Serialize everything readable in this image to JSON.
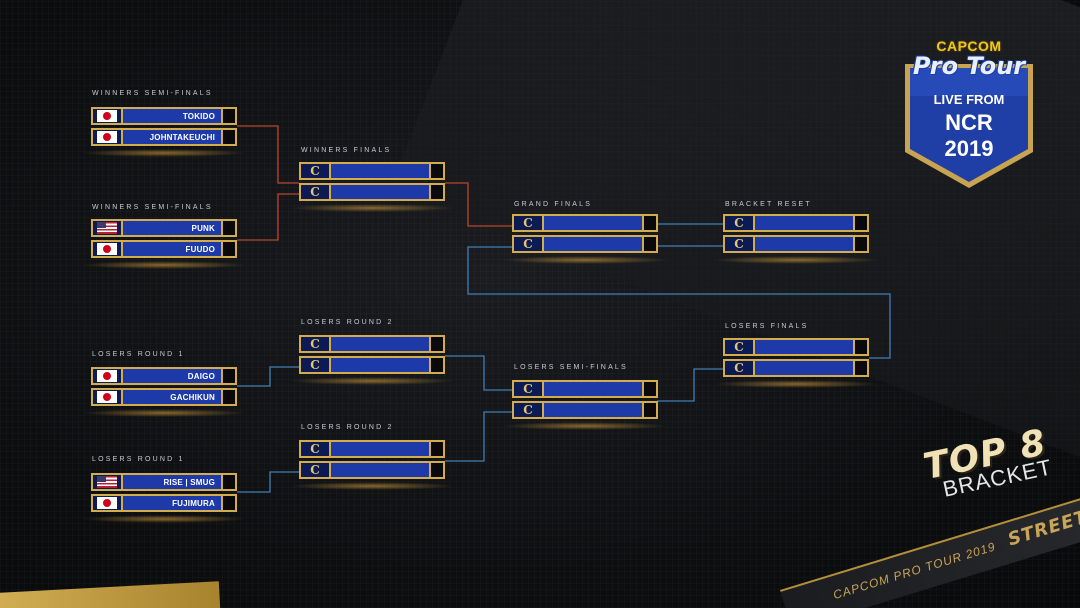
{
  "branding": {
    "capcom": "CAPCOM",
    "protour": "Pro Tour",
    "live": "LIVE FROM",
    "event": "NCR",
    "year": "2019",
    "top8": "TOP 8",
    "bracket": "BRACKET",
    "ribbon": "CAPCOM PRO TOUR 2019",
    "game": "STREET FIGHTER"
  },
  "colors": {
    "gold": "#d3ad4d",
    "slot_blue": "#1e3aa8",
    "line_red": "#b9452f",
    "line_blue": "#3f7fb4"
  },
  "labels": {
    "ws1": "WINNERS SEMI-FINALS",
    "ws2": "WINNERS SEMI-FINALS",
    "wf": "WINNERS FINALS",
    "gf": "GRAND FINALS",
    "br": "BRACKET RESET",
    "lr1a": "LOSERS ROUND 1",
    "lr1b": "LOSERS ROUND 1",
    "lr2a": "LOSERS ROUND 2",
    "lr2b": "LOSERS ROUND 2",
    "lsf": "LOSERS SEMI-FINALS",
    "lf": "LOSERS FINALS"
  },
  "matches": {
    "ws1": {
      "p1": "TOKIDO",
      "p1_flag": "japan-flag",
      "p2": "JOHNTAKEUCHI",
      "p2_flag": "japan-flag"
    },
    "ws2": {
      "p1": "PUNK",
      "p1_flag": "usa-flag",
      "p2": "FUUDO",
      "p2_flag": "japan-flag"
    },
    "lr1a": {
      "p1": "DAIGO",
      "p1_flag": "japan-flag",
      "p2": "GACHIKUN",
      "p2_flag": "japan-flag"
    },
    "lr1b": {
      "p1": "RISE | SMUG",
      "p1_flag": "usa-flag",
      "p2": "FUJIMURA",
      "p2_flag": "japan-flag"
    }
  }
}
